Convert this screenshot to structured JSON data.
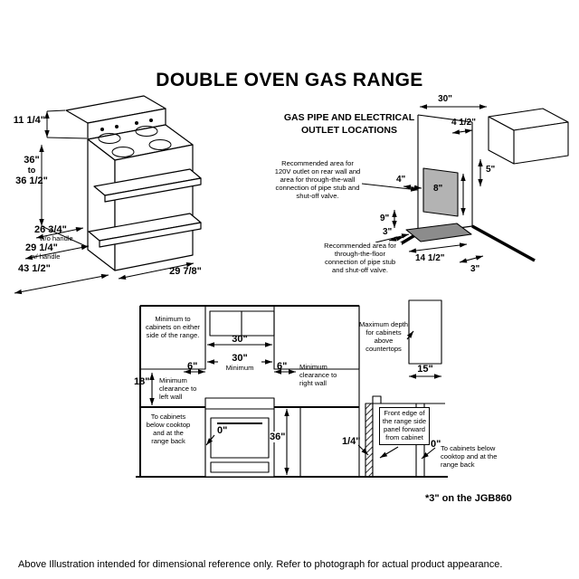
{
  "title": "DOUBLE OVEN GAS RANGE",
  "range": {
    "dim_backsplash": "11 1/4\"",
    "dim_height_1": "36\"",
    "dim_height_2": "to",
    "dim_height_3": "36 1/2\"",
    "dim_depth_no_handle": "26 3/4\"",
    "dim_depth_no_handle_note": "w/o handle",
    "dim_depth_handle": "29 1/4\"",
    "dim_depth_handle_note": "w/ handle",
    "dim_overall_height": "43 1/2\"",
    "dim_width": "29 7/8\""
  },
  "gas": {
    "title": "GAS PIPE AND ELECTRICAL OUTLET LOCATIONS",
    "note_wall": "Recommended area for 120V outlet on rear wall and area for through-the-wall connection of pipe stub and shut-off valve.",
    "note_floor": "Recommended area for through-the-floor connection of pipe stub and shut-off valve.",
    "dim_30": "30\"",
    "dim_4_5": "4 1/2\"",
    "dim_5": "5\"",
    "dim_4": "4\"",
    "dim_8": "8\"",
    "dim_9": "9\"",
    "dim_3_left": "3\"",
    "dim_14_5": "14 1/2\"",
    "dim_3_right": "3\""
  },
  "clearance": {
    "note_side_cabinets": "Minimum to cabinets on either side of the range.",
    "dim_30_top": "30\"",
    "dim_30_bottom": "30\"",
    "label_minimum": "Minimum",
    "dim_6_left": "6\"",
    "dim_6_right": "6\"",
    "note_right_wall": "Minimum clearance to right wall",
    "dim_18": "18\"",
    "note_left_wall": "Minimum clearance to left wall",
    "note_below_cooktop_left": "To cabinets below cooktop and at the range back",
    "dim_0_left": "0\"",
    "dim_36": "36\"",
    "note_max_depth": "Maximum depth for cabinets above countertops",
    "dim_15": "15\"",
    "note_front_edge": "Front edge of the range side panel forward from cabinet",
    "dim_quarter": "1/4\"",
    "dim_0_right": "0\"",
    "note_below_cooktop_right": "To cabinets below cooktop and at the range back"
  },
  "footnote": "*3\" on the JGB860",
  "caption": "Above Illustration intended for dimensional reference only. Refer to photograph for actual product appearance."
}
